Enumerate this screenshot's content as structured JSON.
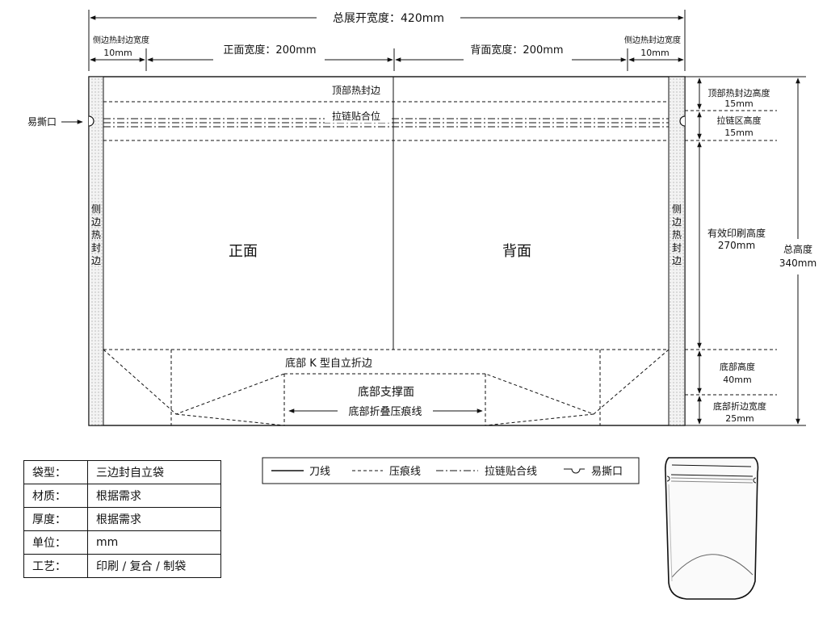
{
  "dimensions": {
    "total_width": "总展开宽度：420mm",
    "side_seal_width": "侧边热封边宽度",
    "side_seal_value": "10mm",
    "front_width": "正面宽度：200mm",
    "back_width": "背面宽度：200mm",
    "top_seal_height": "顶部热封边高度",
    "top_seal_value": "15mm",
    "zipper_height": "拉链区高度",
    "zipper_value": "15mm",
    "print_height": "有效印刷高度",
    "print_value": "270mm",
    "total_height": "总高度",
    "total_height_value": "340mm",
    "bottom_height": "底部高度",
    "bottom_value": "40mm",
    "bottom_fold_width": "底部折边宽度",
    "bottom_fold_value": "25mm"
  },
  "labels": {
    "tear_notch": "易撕口",
    "top_seal": "顶部热封边",
    "zipper_position": "拉链贴合位",
    "front": "正面",
    "back": "背面",
    "side_seal_vertical": [
      "侧",
      "边",
      "热",
      "封",
      "边"
    ],
    "bottom_k_fold": "底部 K 型自立折边",
    "bottom_support": "底部支撑面",
    "bottom_crease": "底部折叠压痕线"
  },
  "spec_table": [
    {
      "key": "袋型：",
      "value": "三边封自立袋"
    },
    {
      "key": "材质：",
      "value": "根据需求"
    },
    {
      "key": "厚度：",
      "value": "根据需求"
    },
    {
      "key": "单位：",
      "value": "mm"
    },
    {
      "key": "工艺：",
      "value": "印刷 / 复合 / 制袋"
    }
  ],
  "legend": {
    "cut_line": "刀线",
    "crease_line": "压痕线",
    "zipper_line": "拉链贴合线",
    "tear_notch": "易撕口"
  },
  "icons": [
    "arrow-icon",
    "tear-notch-icon",
    "pouch-illustration-icon"
  ]
}
